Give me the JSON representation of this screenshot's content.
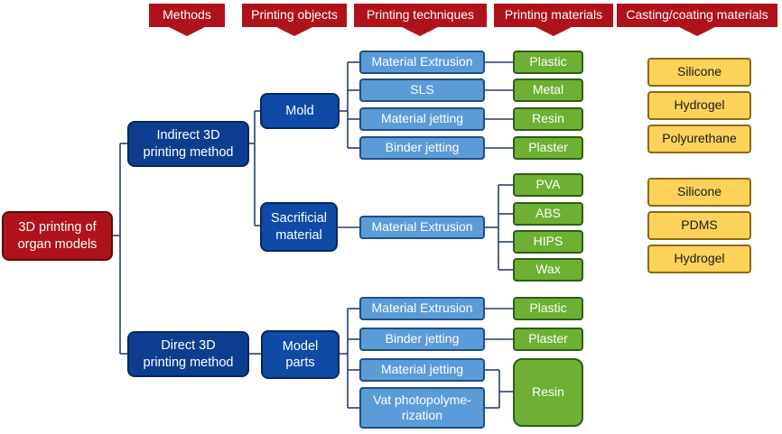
{
  "headers": {
    "methods": "Methods",
    "objects": "Printing objects",
    "techniques": "Printing techniques",
    "materials": "Printing materials",
    "casting": "Casting/coating materials"
  },
  "root": {
    "line1": "3D printing of",
    "line2": "organ models"
  },
  "methods": {
    "indirect": {
      "line1": "Indirect 3D",
      "line2": "printing method"
    },
    "direct": {
      "line1": "Direct 3D",
      "line2": "printing method"
    }
  },
  "objects": {
    "mold": "Mold",
    "sacrificial": {
      "line1": "Sacrificial",
      "line2": "material"
    },
    "model_parts": {
      "line1": "Model",
      "line2": "parts"
    }
  },
  "mold_techniques": [
    "Material Extrusion",
    "SLS",
    "Material jetting",
    "Binder jetting"
  ],
  "mold_materials": [
    "Plastic",
    "Metal",
    "Resin",
    "Plaster"
  ],
  "sacrificial_technique": "Material Extrusion",
  "sacrificial_materials": [
    "PVA",
    "ABS",
    "HIPS",
    "Wax"
  ],
  "direct_techniques": {
    "extrusion": "Material Extrusion",
    "binder": "Binder jetting",
    "jetting": "Material jetting",
    "vat": {
      "line1": "Vat photopolyme-",
      "line2": "rization"
    }
  },
  "direct_materials": {
    "plastic": "Plastic",
    "plaster": "Plaster",
    "resin": "Resin"
  },
  "casting_group1": [
    "Silicone",
    "Hydrogel",
    "Polyurethane"
  ],
  "casting_group2": [
    "Silicone",
    "PDMS",
    "Hydrogel"
  ]
}
